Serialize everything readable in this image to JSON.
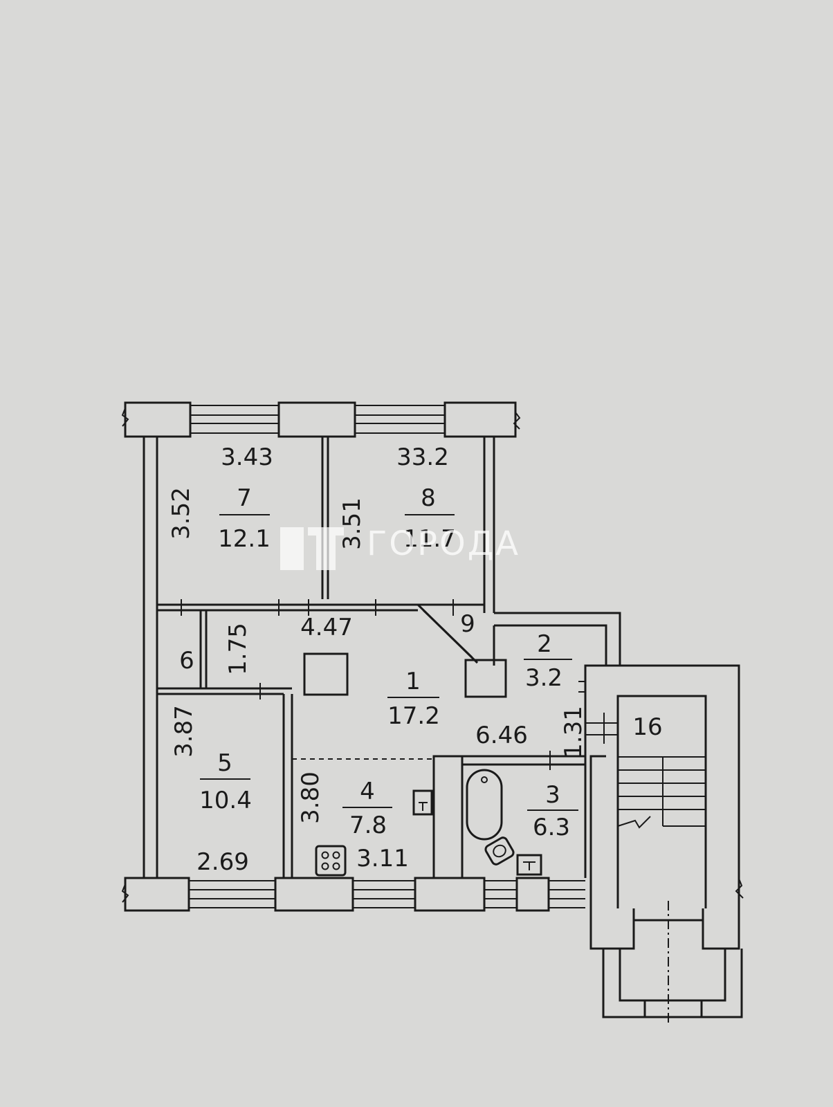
{
  "rooms": [
    {
      "id": "room-7",
      "number": "7",
      "area": "12.1"
    },
    {
      "id": "room-8",
      "number": "8",
      "area": "11.7"
    },
    {
      "id": "room-1",
      "number": "1",
      "area": "17.2"
    },
    {
      "id": "room-2",
      "number": "2",
      "area": "3.2"
    },
    {
      "id": "room-5",
      "number": "5",
      "area": "10.4"
    },
    {
      "id": "room-4",
      "number": "4",
      "area": "7.8"
    },
    {
      "id": "room-3",
      "number": "3",
      "area": "6.3"
    }
  ],
  "labels": {
    "closet_6": "6",
    "closet_9": "9",
    "stair_16": "16"
  },
  "dimensions": {
    "top_left_width": "3.43",
    "top_right_width": "33.2",
    "room7_height": "3.52",
    "room8_height": "3.51",
    "corridor_width": "4.47",
    "corridor_height": "1.75",
    "room5_height": "3.87",
    "room5_width": "2.69",
    "kitchen_height": "3.80",
    "kitchen_width": "3.11",
    "hall_width": "6.46",
    "hall_depth": "1.31"
  },
  "watermark": {
    "text": "ГОРОДА"
  },
  "colors": {
    "paper": "#d9d9d7",
    "ink": "#1a1a1a",
    "fill": "#d4d4d2"
  }
}
